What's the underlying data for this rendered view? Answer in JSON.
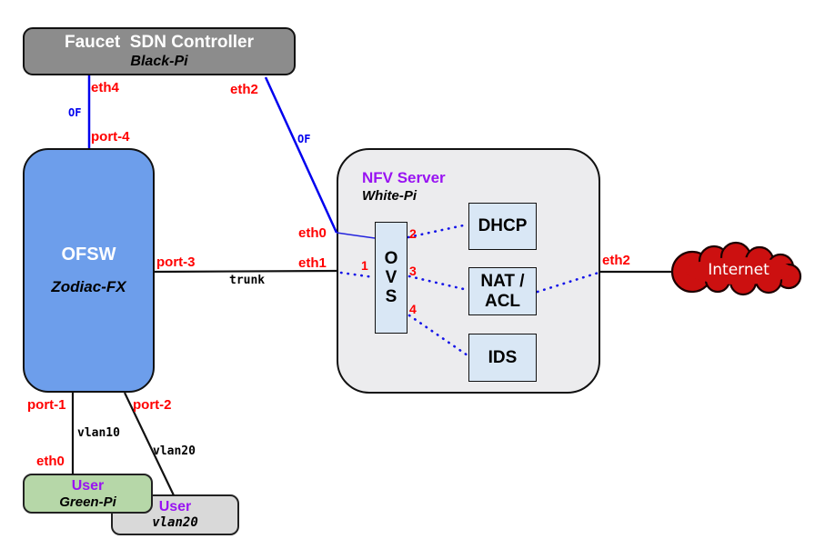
{
  "controller": {
    "title": "Faucet  SDN Controller",
    "subtitle": "Black-Pi"
  },
  "switch": {
    "title": "OFSW",
    "subtitle": "Zodiac-FX"
  },
  "nfv": {
    "title": "NFV Server",
    "subtitle": "White-Pi",
    "ovs_letters": [
      "O",
      "V",
      "S"
    ],
    "port_numbers": [
      "1",
      "2",
      "3",
      "4"
    ],
    "services": [
      {
        "label": "DHCP"
      },
      {
        "label": "NAT /",
        "label2": "ACL"
      },
      {
        "label": "IDS"
      }
    ]
  },
  "internet": {
    "label": "Internet"
  },
  "user_green": {
    "title": "User",
    "subtitle": "Green-Pi"
  },
  "user_gray": {
    "title": "User",
    "subtitle": "vlan20"
  },
  "labels": {
    "eth4": "eth4",
    "of_left": "OF",
    "port4": "port-4",
    "eth2_top": "eth2",
    "of_right": "OF",
    "port3": "port-3",
    "trunk": "trunk",
    "eth0_nfv": "eth0",
    "eth1": "eth1",
    "eth2_right": "eth2",
    "port1": "port-1",
    "port2": "port-2",
    "vlan10": "vlan10",
    "vlan20": "vlan20",
    "eth0_user": "eth0"
  },
  "colors": {
    "controller_fill": "#8c8c8c",
    "switch_fill": "#6d9eeb",
    "nfv_fill": "#ececee",
    "service_fill": "#d9e7f5",
    "user_green_fill": "#b6d7a8",
    "user_gray_fill": "#d9d9d9",
    "internet_fill": "#cc1010",
    "label_red": "#ff0000",
    "link_blue": "#0000ee",
    "accent_purple": "#9913f2"
  }
}
